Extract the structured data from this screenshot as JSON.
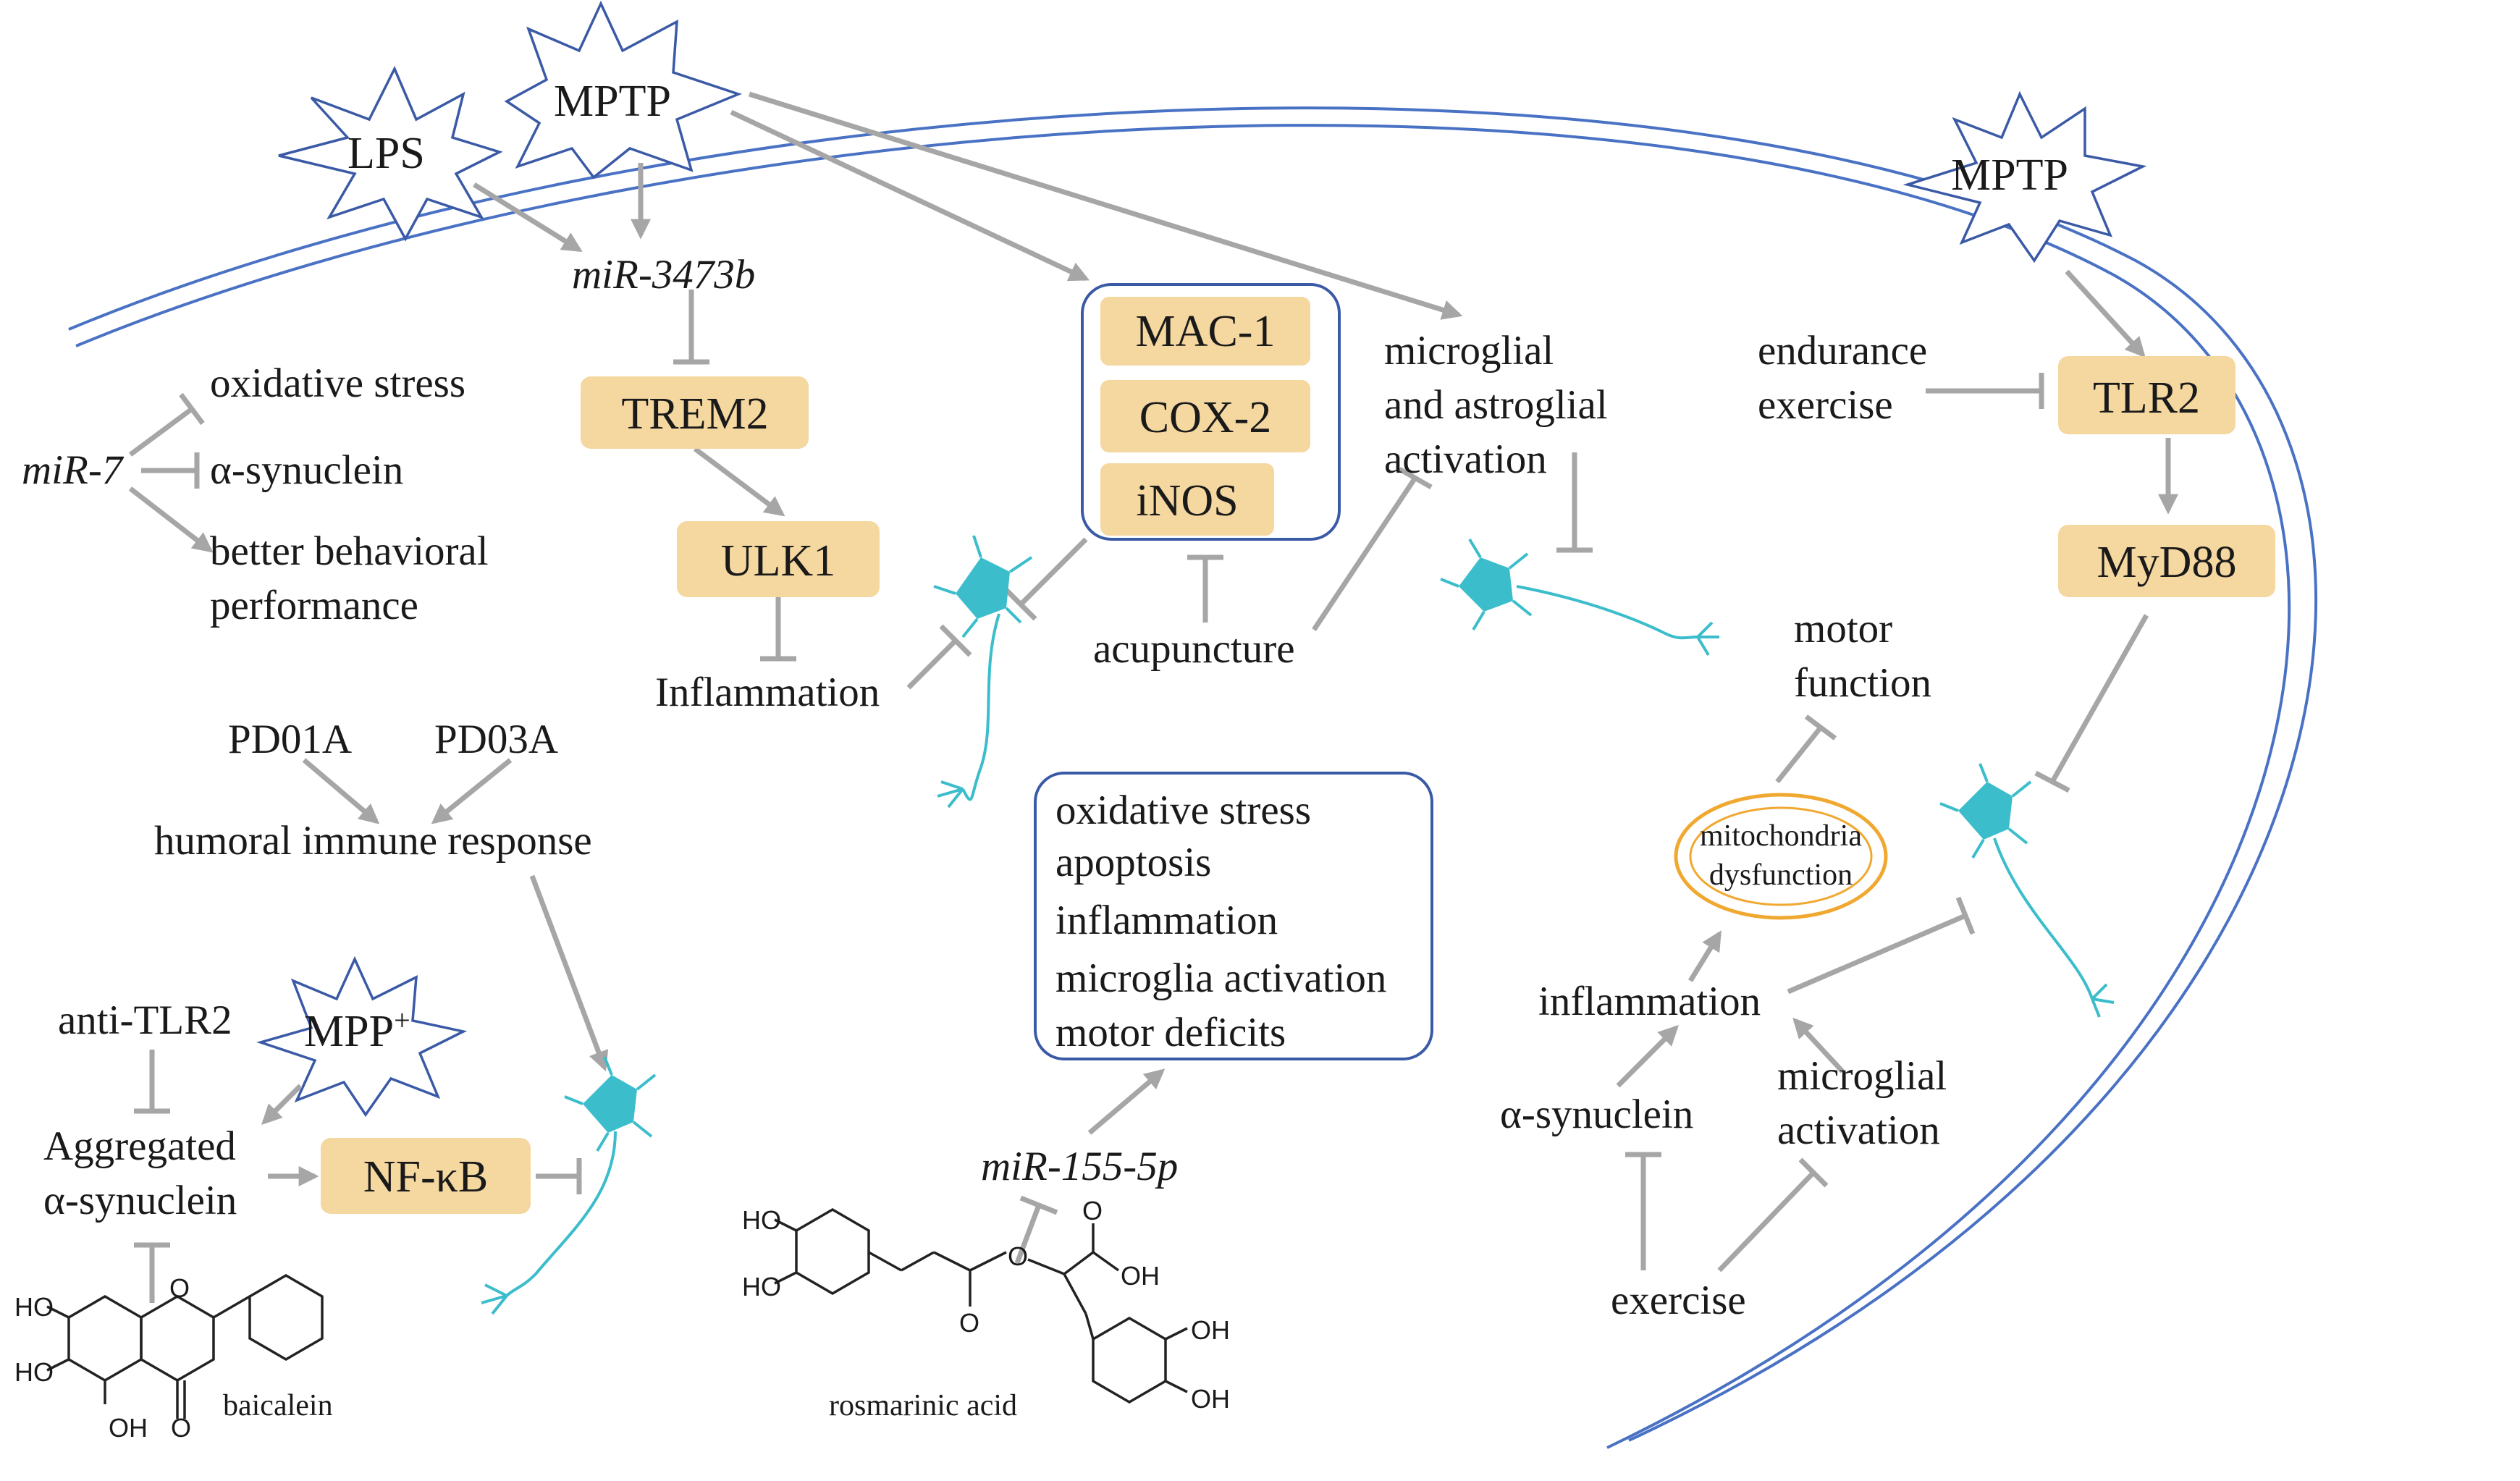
{
  "stressors": {
    "lps": "LPS",
    "mptp_top": "MPTP",
    "mptp_right": "MPTP",
    "mpp": "MPP",
    "mpp_sup": "+"
  },
  "mir7_module": {
    "mir7": "miR-7",
    "oxidative_stress": "oxidative stress",
    "alpha_synuclein": "α-synuclein",
    "better_behavioral_1": "better behavioral",
    "better_behavioral_2": "performance"
  },
  "trem2_module": {
    "mir3473b": "miR-3473b",
    "trem2": "TREM2",
    "ulk1": "ULK1",
    "inflammation": "Inflammation"
  },
  "center_module": {
    "mac1": "MAC-1",
    "cox2": "COX-2",
    "inos": "iNOS",
    "acupuncture": "acupuncture",
    "glial_1": "microglial",
    "glial_2": "and astroglial",
    "glial_3": "activation"
  },
  "tlr2_module": {
    "endurance_1": "endurance",
    "endurance_2": "exercise",
    "tlr2": "TLR2",
    "myd88": "MyD88"
  },
  "humoral_module": {
    "pd01a": "PD01A",
    "pd03a": "PD03A",
    "humoral": "humoral immune response"
  },
  "nfkb_module": {
    "anti_tlr2": "anti-TLR2",
    "aggregated_1": "Aggregated",
    "aggregated_2": "α-synuclein",
    "nfkb": "NF-κB",
    "baicalein": "baicalein"
  },
  "rosmarinic_module": {
    "box_lines": [
      "oxidative stress",
      "apoptosis",
      "inflammation",
      "microglia activation",
      "motor deficits"
    ],
    "mir155": "miR-155-5p",
    "rosmarinic": "rosmarinic acid"
  },
  "exercise_module": {
    "motor_1": "motor",
    "motor_2": "function",
    "mito_1": "mitochondria",
    "mito_2": "dysfunction",
    "inflammation": "inflammation",
    "alpha_synuclein": "α-synuclein",
    "microglial_1": "microglial",
    "microglial_2": "activation",
    "exercise": "exercise"
  },
  "chem_labels": {
    "ho": "HO",
    "oh": "OH",
    "o": "O"
  },
  "colors": {
    "box_fill": "#f5d7a0",
    "arrow": "#a6a6a6",
    "membrane": "#4a72c4",
    "neuron": "#3bbdcc",
    "mitochondria": "#f0a830"
  }
}
